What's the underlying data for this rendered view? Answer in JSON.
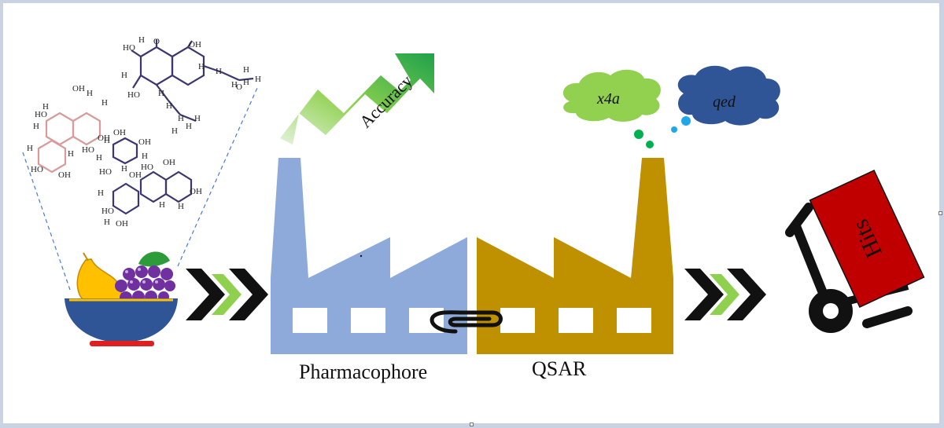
{
  "labels": {
    "accuracy": "Accuracy",
    "x4a": "x4a",
    "qed": "qed",
    "pharmacophore": "Pharmacophore",
    "qsar": "QSAR",
    "hits": "Hits"
  },
  "colors": {
    "pharmacophore_factory": "#8eaadb",
    "qsar_factory": "#bf9000",
    "arrow_green": "#2db24a",
    "chevron_black": "#111111",
    "chevron_light_green": "#8fd14f",
    "cloud_green": "#92d050",
    "cloud_blue": "#2f5597",
    "cart_red": "#c00000",
    "bowl_blue": "#2f5597",
    "grape_purple": "#7030a0",
    "pear_yellow": "#ffc000",
    "molecule_purple": "#3c3670",
    "molecule_pink": "#d89a9a"
  },
  "icons": [
    "fruit-bowl-icon",
    "molecule-icon",
    "chevron-arrow-icon",
    "factory-icon",
    "trend-arrow-icon",
    "cloud-icon",
    "paperclip-icon",
    "hand-truck-icon"
  ]
}
